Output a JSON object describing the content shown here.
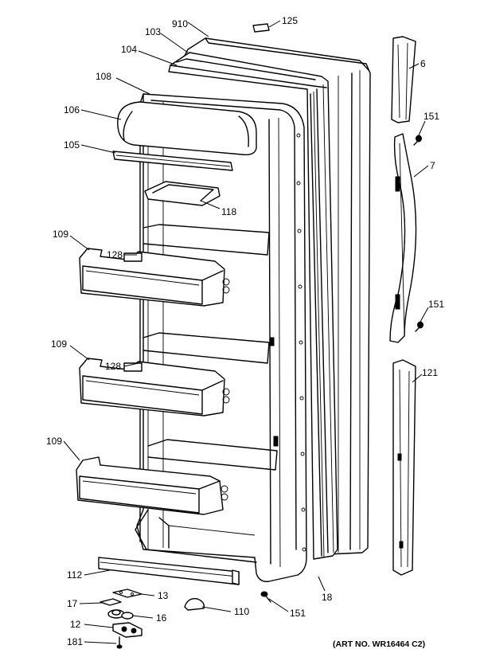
{
  "diagram": {
    "callouts": {
      "c910": "910",
      "c125": "125",
      "c103": "103",
      "c104": "104",
      "c108": "108",
      "c106": "106",
      "c105": "105",
      "c118": "118",
      "c109a": "109",
      "c128a": "128",
      "c109b": "109",
      "c128b": "128",
      "c109c": "109",
      "c112": "112",
      "c17": "17",
      "c13": "13",
      "c16": "16",
      "c12": "12",
      "c181": "181",
      "c110": "110",
      "c151a": "151",
      "c151b": "151",
      "c151c": "151",
      "c18": "18",
      "c6": "6",
      "c7": "7",
      "c121": "121"
    },
    "art_number": "(ART NO. WR16464 C2)"
  }
}
